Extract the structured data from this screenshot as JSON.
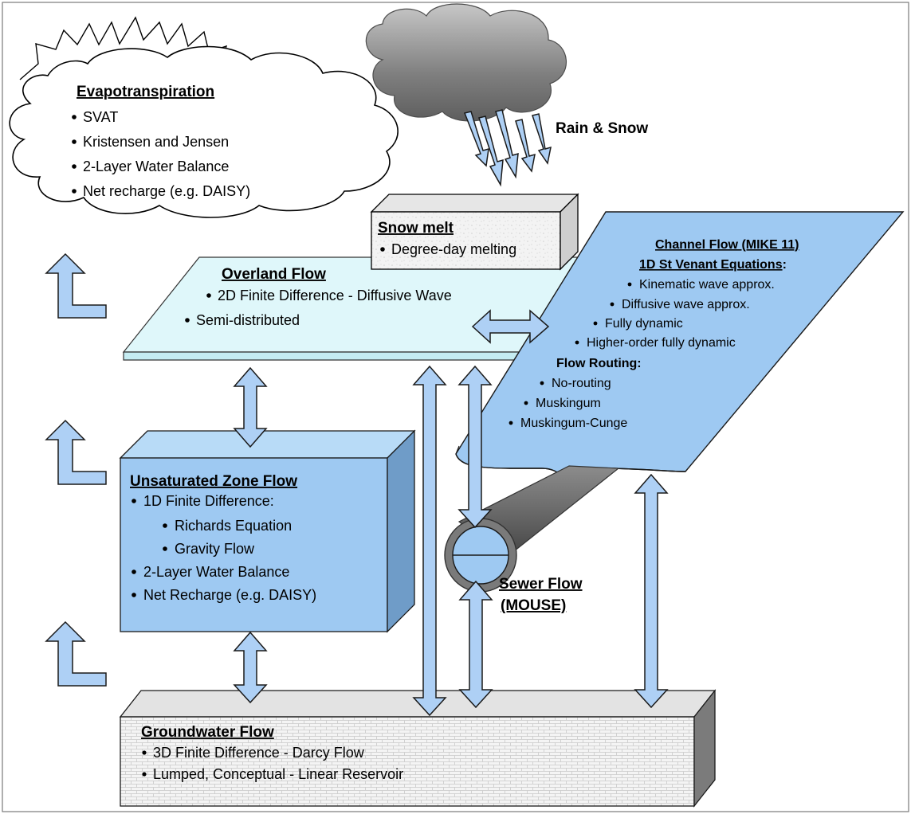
{
  "evapotranspiration": {
    "title": "Evapotranspiration",
    "items": [
      "SVAT",
      "Kristensen and Jensen",
      "2-Layer Water Balance",
      "Net recharge (e.g. DAISY)"
    ]
  },
  "rain": {
    "label": "Rain & Snow"
  },
  "snow_melt": {
    "title": "Snow melt",
    "items": [
      "Degree-day melting"
    ]
  },
  "overland_flow": {
    "title": "Overland Flow",
    "items": [
      "2D Finite Difference - Diffusive Wave",
      "Semi-distributed"
    ]
  },
  "channel_flow": {
    "title": "Channel Flow (MIKE 11)",
    "subtitle1": "1D St Venant Equations",
    "subtitle1_suffix": ":",
    "items1": [
      "Kinematic wave approx.",
      "Diffusive wave approx.",
      "Fully dynamic",
      "Higher-order fully dynamic"
    ],
    "subtitle2": "Flow Routing:",
    "items2": [
      "No-routing",
      "Muskingum",
      "Muskingum-Cunge"
    ]
  },
  "unsaturated_zone": {
    "title": "Unsaturated Zone Flow",
    "items": [
      "1D Finite Difference:",
      "Richards Equation",
      "Gravity Flow",
      "2-Layer Water Balance",
      "Net Recharge (e.g. DAISY)"
    ]
  },
  "sewer_flow": {
    "title_line1": "Sewer Flow",
    "title_line2": "(MOUSE)"
  },
  "groundwater": {
    "title": "Groundwater Flow",
    "items": [
      "3D Finite Difference - Darcy Flow",
      "Lumped, Conceptual - Linear Reservoir"
    ]
  },
  "colors": {
    "arrow_fill": "#aed0f5",
    "overland_fill": "#dff7fa",
    "unsat_fill": "#9ec9f2",
    "channel_fill": "#9ec9f2",
    "cloud_grey": "#8c8c8c",
    "ground_fill": "#f3f3f3"
  }
}
